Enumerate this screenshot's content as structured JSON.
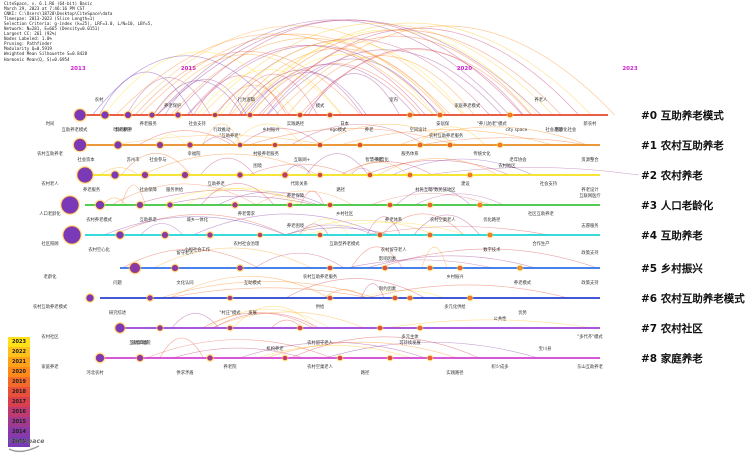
{
  "info": [
    "CiteSpace, v. 6.1.R6 (64-bit) Basic",
    "March 29, 2023 at 7:46:16 PM CST",
    "CNKI: C:\\Users\\18728\\Desktop\\CiteSpace\\data",
    "Timespan: 2013-2023 (Slice Length=1)",
    "Selection Criteria: g-index (k=25), LRF=3.0, L/N=10, LBY=5, e=1.0",
    "Network: N=281, E=665 (Density=0.0151)",
    "Largest CC: 261 (92%)",
    "Nodes Labeled: 1.0%",
    "Pruning: Pathfinder",
    "Modularity Q=0.5919",
    "Weighted Mean Silhouette S=0.8428",
    "Harmonic Mean(Q, S)=0.6954"
  ],
  "years": [
    "2013",
    "2015",
    "2020",
    "2023"
  ],
  "clusters": [
    {
      "label": "#0 互助养老模式",
      "color": "#e8472c"
    },
    {
      "label": "#1 农村互助养老",
      "color": "#e88a1e"
    },
    {
      "label": "#2 农村养老",
      "color": "#f4e01a"
    },
    {
      "label": "#3 人口老龄化",
      "color": "#3cc43c"
    },
    {
      "label": "#4 互助养老",
      "color": "#19d4d4"
    },
    {
      "label": "#5 乡村振兴",
      "color": "#2f6fe8"
    },
    {
      "label": "#6 农村互助养老模式",
      "color": "#2a3fd0"
    },
    {
      "label": "#7 农村社区",
      "color": "#9a3fd8"
    },
    {
      "label": "#8 家庭养老",
      "color": "#d43fd0"
    }
  ],
  "legend": [
    {
      "year": "2023",
      "color": "#ffe21a"
    },
    {
      "year": "2022",
      "color": "#ffc21a"
    },
    {
      "year": "2021",
      "color": "#ffa21a"
    },
    {
      "year": "2020",
      "color": "#ff8a1a"
    },
    {
      "year": "2019",
      "color": "#f46a2a"
    },
    {
      "year": "2018",
      "color": "#e8503a"
    },
    {
      "year": "2017",
      "color": "#d8404e"
    },
    {
      "year": "2016",
      "color": "#c03a72"
    },
    {
      "year": "2015",
      "color": "#a03a8e"
    },
    {
      "year": "2014",
      "color": "#8a3aa8"
    },
    {
      "year": "2013",
      "color": "#7a3ab8"
    }
  ],
  "logo": "CiteSpace",
  "terms": [
    {
      "t": "时间",
      "c": 0
    },
    {
      "t": "互助养老模式",
      "c": 0
    },
    {
      "t": "农村",
      "c": 0
    },
    {
      "t": "契约精神",
      "c": 0
    },
    {
      "t": "养老服务",
      "c": 0
    },
    {
      "t": "养老保护",
      "c": 0
    },
    {
      "t": "社会支持",
      "c": 0
    },
    {
      "t": "行政推动",
      "c": 0
    },
    {
      "t": "行为逻辑",
      "c": 0
    },
    {
      "t": "乡村振兴",
      "c": 0
    },
    {
      "t": "实践路径",
      "c": 0
    },
    {
      "t": "模式",
      "c": 0
    },
    {
      "t": "日本",
      "c": 0
    },
    {
      "t": "养老",
      "c": 0
    },
    {
      "t": "室内",
      "c": 0
    },
    {
      "t": "空间设计",
      "c": 0
    },
    {
      "t": "安居保",
      "c": 0
    },
    {
      "t": "家庭养老模式",
      "c": 0
    },
    {
      "t": "\"养儿防老\"模式",
      "c": 0
    },
    {
      "t": "city space",
      "c": 0
    },
    {
      "t": "养老人",
      "c": 0
    },
    {
      "t": "老龄化社会",
      "c": 0
    },
    {
      "t": "新农村",
      "c": 0
    },
    {
      "t": "农村互助养老",
      "c": 1
    },
    {
      "t": "社会资本",
      "c": 1
    },
    {
      "t": "时间银行",
      "c": 1
    },
    {
      "t": "社会参与",
      "c": 1
    },
    {
      "t": "幸福院",
      "c": 1
    },
    {
      "t": "\"互助养老\"",
      "c": 1
    },
    {
      "t": "村级养老服务",
      "c": 1
    },
    {
      "t": "互联网+",
      "c": 1
    },
    {
      "t": "ngo模式",
      "c": 1
    },
    {
      "t": "智慧养老",
      "c": 1
    },
    {
      "t": "服务体系",
      "c": 1
    },
    {
      "t": "农村互助养老服务",
      "c": 1
    },
    {
      "t": "传统文化",
      "c": 1
    },
    {
      "t": "老年协会",
      "c": 1
    },
    {
      "t": "社会基础",
      "c": 1
    },
    {
      "t": "资源整合",
      "c": 1
    },
    {
      "t": "农村老人",
      "c": 2
    },
    {
      "t": "养老服务",
      "c": 2
    },
    {
      "t": "苏州市",
      "c": 2
    },
    {
      "t": "服务供给",
      "c": 2
    },
    {
      "t": "互助养老",
      "c": 2
    },
    {
      "t": "困境",
      "c": 2
    },
    {
      "t": "代际关系",
      "c": 2
    },
    {
      "t": "路径",
      "c": 2
    },
    {
      "t": "制度化",
      "c": 2
    },
    {
      "t": "村民互助",
      "c": 2
    },
    {
      "t": "建设",
      "c": 2
    },
    {
      "t": "农村地区",
      "c": 2
    },
    {
      "t": "社会支持",
      "c": 2
    },
    {
      "t": "养老设计",
      "c": 2
    },
    {
      "t": "人口老龄化",
      "c": 3
    },
    {
      "t": "农村养老模式",
      "c": 3
    },
    {
      "t": "社会保障",
      "c": 3
    },
    {
      "t": "城乡一体化",
      "c": 3
    },
    {
      "t": "养老需求",
      "c": 3
    },
    {
      "t": "养老保障",
      "c": 3
    },
    {
      "t": "乡村社区",
      "c": 3
    },
    {
      "t": "养老体系",
      "c": 3
    },
    {
      "t": "少数民族地区",
      "c": 3
    },
    {
      "t": "优化路径",
      "c": 3
    },
    {
      "t": "社区互助养老",
      "c": 3
    },
    {
      "t": "互联网医疗",
      "c": 3
    },
    {
      "t": "社区照顾",
      "c": 4
    },
    {
      "t": "农村空心化",
      "c": 4
    },
    {
      "t": "互助养老",
      "c": 4
    },
    {
      "t": "小组社会工作",
      "c": 4
    },
    {
      "t": "农村社会治理",
      "c": 4
    },
    {
      "t": "养老困境",
      "c": 4
    },
    {
      "t": "互助型养老模式",
      "c": 4
    },
    {
      "t": "农村留守老人",
      "c": 4
    },
    {
      "t": "农村空巢老人",
      "c": 4
    },
    {
      "t": "数字技术",
      "c": 4
    },
    {
      "t": "合作生产",
      "c": 4
    },
    {
      "t": "志愿服务",
      "c": 4
    },
    {
      "t": "老龄化",
      "c": 5
    },
    {
      "t": "问题",
      "c": 5
    },
    {
      "t": "留守老人",
      "c": 5
    },
    {
      "t": "互助模式",
      "c": 5
    },
    {
      "t": "农村互助养老服务",
      "c": 5
    },
    {
      "t": "影响因素",
      "c": 5
    },
    {
      "t": "乡村振兴",
      "c": 5
    },
    {
      "t": "养老模式",
      "c": 5
    },
    {
      "t": "政策支持",
      "c": 5
    },
    {
      "t": "农村互助养老模式",
      "c": 6
    },
    {
      "t": "研究综述",
      "c": 6
    },
    {
      "t": "文化认同",
      "c": 6
    },
    {
      "t": "发展",
      "c": 6
    },
    {
      "t": "供给",
      "c": 6
    },
    {
      "t": "制约因素",
      "c": 6
    },
    {
      "t": "多元化供给",
      "c": 6
    },
    {
      "t": "优势",
      "c": 6
    },
    {
      "t": "政策支持",
      "c": 6
    },
    {
      "t": "农村社区",
      "c": 7
    },
    {
      "t": "随着年龄",
      "c": 7
    },
    {
      "t": "\"村庄\"模式",
      "c": 7
    },
    {
      "t": "农村留守老人",
      "c": 7
    },
    {
      "t": "多元主体",
      "c": 7
    },
    {
      "t": "公共性",
      "c": 7
    },
    {
      "t": "\"多代齐\"模式",
      "c": 7
    },
    {
      "t": "家庭养老",
      "c": 8
    },
    {
      "t": "河北农村",
      "c": 8
    },
    {
      "t": "互助幸福院",
      "c": 8
    },
    {
      "t": "供求矛盾",
      "c": 8
    },
    {
      "t": "养老院",
      "c": 8
    },
    {
      "t": "机构养老",
      "c": 8
    },
    {
      "t": "农村空巢老人",
      "c": 8
    },
    {
      "t": "路径",
      "c": 8
    },
    {
      "t": "可持续发展",
      "c": 8
    },
    {
      "t": "实践路径",
      "c": 8
    },
    {
      "t": "积少成多",
      "c": 8
    },
    {
      "t": "宝川县",
      "c": 8
    },
    {
      "t": "东山互助养老",
      "c": 8
    }
  ]
}
